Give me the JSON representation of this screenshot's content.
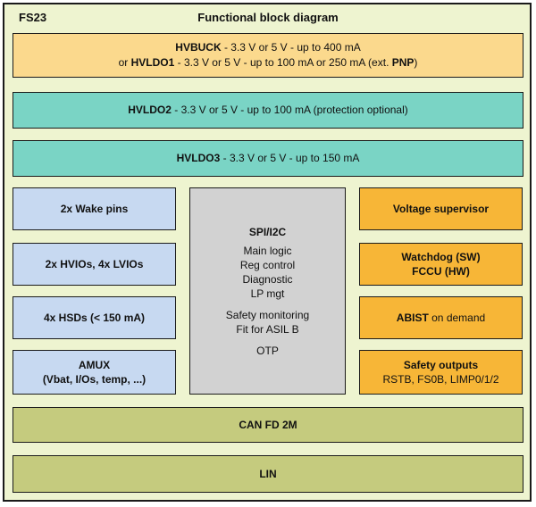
{
  "header": {
    "product": "FS23",
    "title": "Functional block diagram"
  },
  "regulators": {
    "buck": {
      "l1_name": "HVBUCK",
      "l1_rest": " - 3.3 V or 5 V - up to 400 mA",
      "l2_pre": "or ",
      "l2_name": "HVLDO1",
      "l2_mid": " - 3.3 V or 5 V - up to 100 mA or 250 mA (ext. ",
      "l2_pnp": "PNP",
      "l2_end": ")"
    },
    "hvldo2": {
      "name": "HVLDO2",
      "rest": " - 3.3 V or 5 V - up to 100 mA (protection optional)"
    },
    "hvldo3": {
      "name": "HVLDO3",
      "rest": " - 3.3 V or 5 V - up to 150 mA"
    }
  },
  "io": {
    "wake": "2x Wake pins",
    "hvio": "2x HVIOs, 4x LVIOs",
    "hsd": "4x HSDs (< 150 mA)",
    "amux_line1": "AMUX",
    "amux_line2": "(Vbat, I/Os, temp, ...)"
  },
  "core": {
    "title": "SPI/I2C",
    "group1": [
      "Main logic",
      "Reg control",
      "Diagnostic",
      "LP mgt"
    ],
    "group2": [
      "Safety monitoring",
      "Fit for ASIL B"
    ],
    "group3": "OTP"
  },
  "safety": {
    "supervisor": "Voltage supervisor",
    "watchdog_line1": "Watchdog (SW)",
    "watchdog_line2": "FCCU (HW)",
    "abist_name": "ABIST",
    "abist_rest": " on demand",
    "outputs_title": "Safety outputs",
    "outputs_list": "RSTB, FS0B, LIMP0/1/2"
  },
  "comm": {
    "can": "CAN FD 2M",
    "lin": "LIN"
  },
  "colors": {
    "frame_bg": "#eef4d0",
    "frame_border": "#1a1a1a",
    "regulator_buck_bg": "#fbd98d",
    "regulator_ldo_bg": "#7ad4c5",
    "io_bg": "#c7d9f1",
    "core_bg": "#d2d2d2",
    "safety_bg": "#f7b637",
    "comm_bg": "#c5cb7e"
  }
}
